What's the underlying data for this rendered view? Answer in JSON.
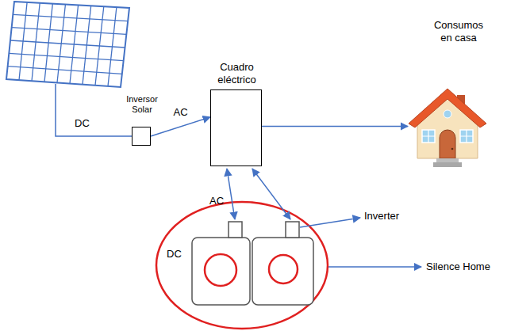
{
  "diagram": {
    "nodes": [
      {
        "text": [
          "Inversor Solar"
        ]
      },
      {
        "text": [
          "Cuadro eléctrico"
        ]
      },
      {
        "text": [
          "Consumos en casa"
        ]
      }
    ],
    "edges": [
      {
        "from": 0,
        "to": 1,
        "arrow": "to",
        "label": "AC"
      },
      {
        "from": 1,
        "to": 2,
        "arrow": "to"
      }
    ],
    "labels": [
      "DC",
      "AC",
      "DC",
      "Inverter",
      "Silence Home"
    ]
  }
}
